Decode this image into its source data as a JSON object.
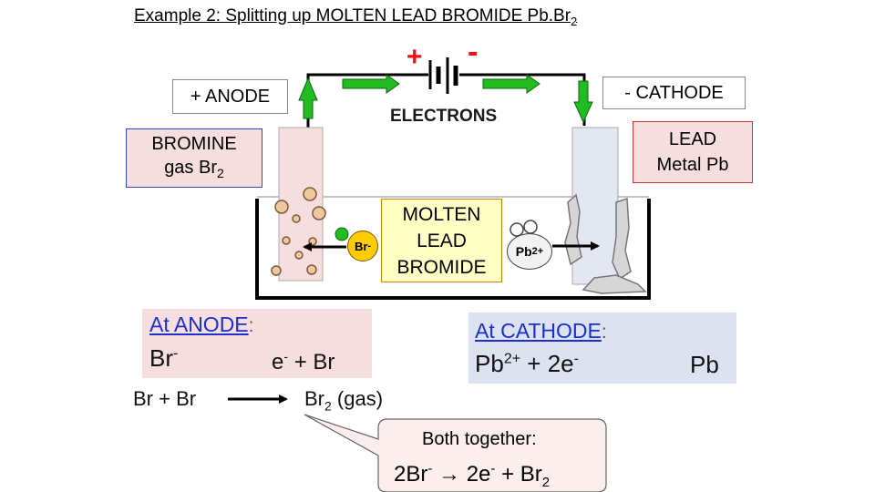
{
  "title": {
    "text": "Example 2: Splitting up MOLTEN LEAD BROMIDE Pb.Br",
    "sub": "2"
  },
  "battery": {
    "plus": "+",
    "minus": "-"
  },
  "labels": {
    "anode": "+ ANODE",
    "cathode": "- CATHODE",
    "electrons": "ELECTRONS",
    "bromine_line1": "BROMINE",
    "bromine_line2": "gas Br",
    "bromine_sub": "2",
    "lead_line1": "LEAD",
    "lead_line2": "Metal Pb",
    "molten_line1": "MOLTEN",
    "molten_line2": "LEAD",
    "molten_line3": "BROMIDE",
    "br_ion": "Br",
    "br_ion_sup": "-",
    "pb_ion": "Pb",
    "pb_ion_sup": "2+"
  },
  "anode_eq": {
    "heading": "At ANODE",
    "colon": ":",
    "lhs": "Br",
    "lhs_sup": "-",
    "rhs1": "e",
    "rhs1_sup": "-",
    "rhs2": " + Br",
    "line2_lhs": "Br + Br",
    "line2_rhs": "Br",
    "line2_rhs_sub": "2",
    "line2_state": " (gas)"
  },
  "cathode_eq": {
    "heading": "At CATHODE",
    "colon": ":",
    "lhs": "Pb",
    "lhs_sup": "2+",
    "lhs_rest": " + 2e",
    "lhs_rest_sup": "-",
    "rhs": "Pb"
  },
  "together": {
    "label": "Both together:",
    "a": "2Br",
    "a_sup": "-",
    "arrow": " → ",
    "b": "2e",
    "b_sup": "-",
    "c": " + Br",
    "c_sub": "2"
  },
  "colors": {
    "arrow_green": "#22bb22",
    "plus_red": "#ee1111",
    "anode_pink": "#f7dede",
    "cathode_blue": "#dce2f0",
    "molten_yellow": "#ffffc4",
    "bubble_orange": "#f0c8a0"
  }
}
